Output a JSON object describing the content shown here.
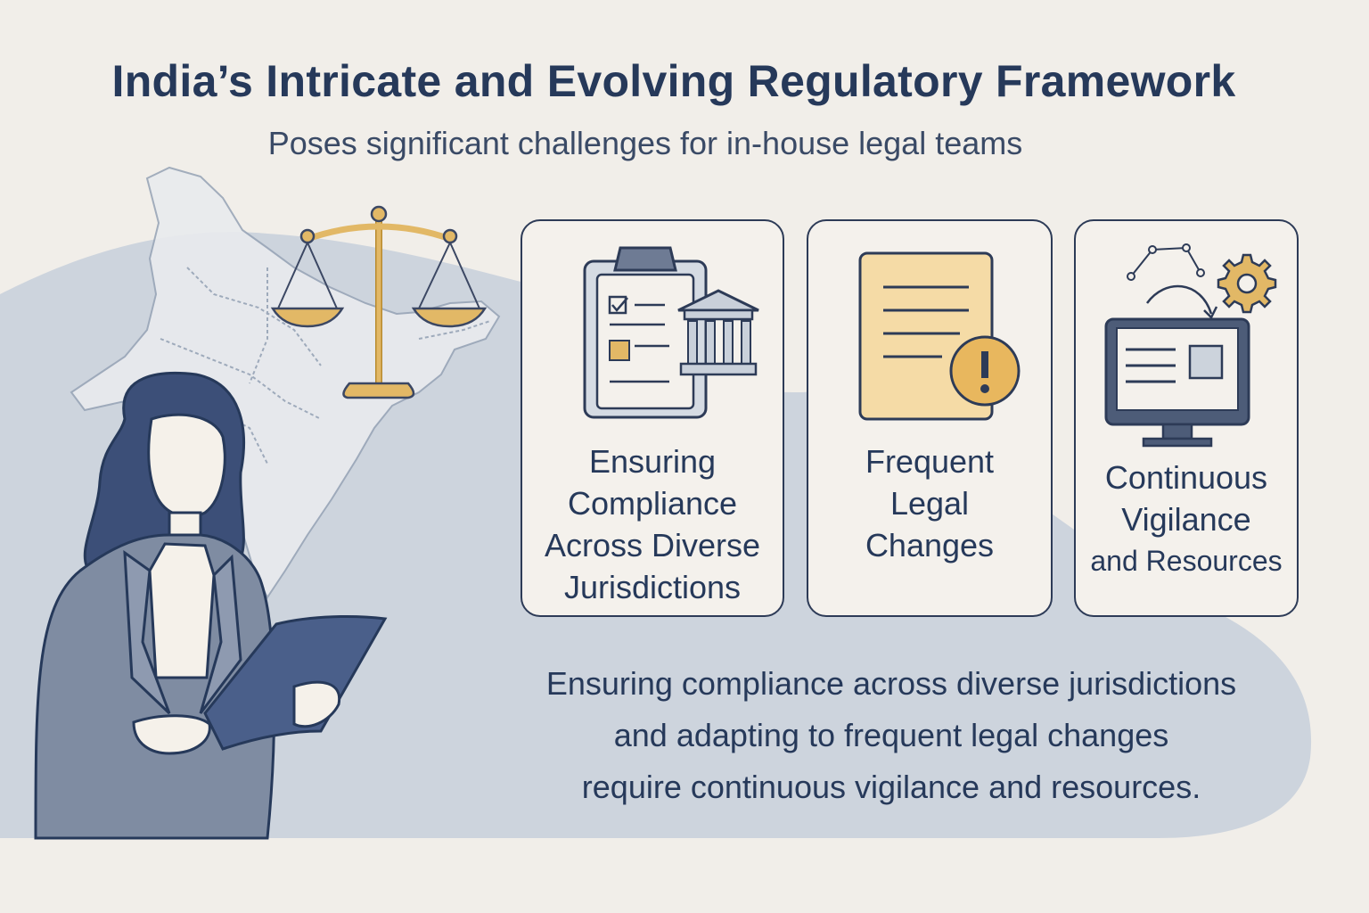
{
  "title": "India’s Intricate and Evolving Regulatory Framework",
  "subtitle": "Poses significant challenges for in-house legal teams",
  "cards": [
    {
      "lines": [
        "Ensuring",
        "Compliance",
        "Across Diverse",
        "Jurisdictions"
      ],
      "icon": "clipboard-courthouse-icon"
    },
    {
      "lines": [
        "Frequent",
        "Legal",
        "Changes"
      ],
      "icon": "document-alert-icon"
    },
    {
      "lines": [
        "Continuous",
        "Vigilance",
        "and Resources"
      ],
      "icon": "monitor-gear-icon"
    }
  ],
  "summary": [
    "Ensuring compliance across diverse jurisdictions",
    "and adapting to frequent legal changes",
    "require continuous vigilance and resources."
  ],
  "colors": {
    "background": "#f1eee9",
    "navy": "#26395a",
    "gold": "#e2b866",
    "wash": "#ccd3dc"
  }
}
